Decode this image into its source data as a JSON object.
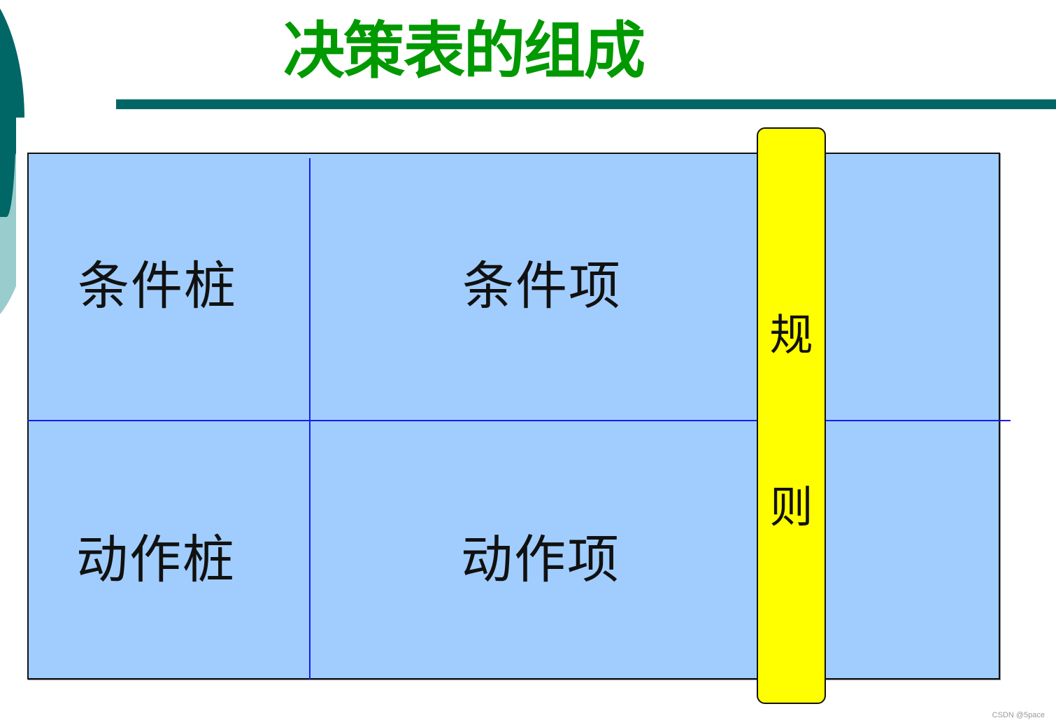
{
  "title": "决策表的组成",
  "colors": {
    "title_text": "#009900",
    "accent_teal": "#006666",
    "accent_light_teal": "#99cccc",
    "table_fill": "#a0cdfd",
    "divider_lines": "#1a1aee",
    "rule_bar_fill": "#ffff00"
  },
  "table": {
    "cells": {
      "top_left": "条件桩",
      "top_right": "条件项",
      "bottom_left": "动作桩",
      "bottom_right": "动作项"
    }
  },
  "rule_bar": {
    "chars": [
      "规",
      "则"
    ]
  },
  "watermark": "CSDN @5pace"
}
